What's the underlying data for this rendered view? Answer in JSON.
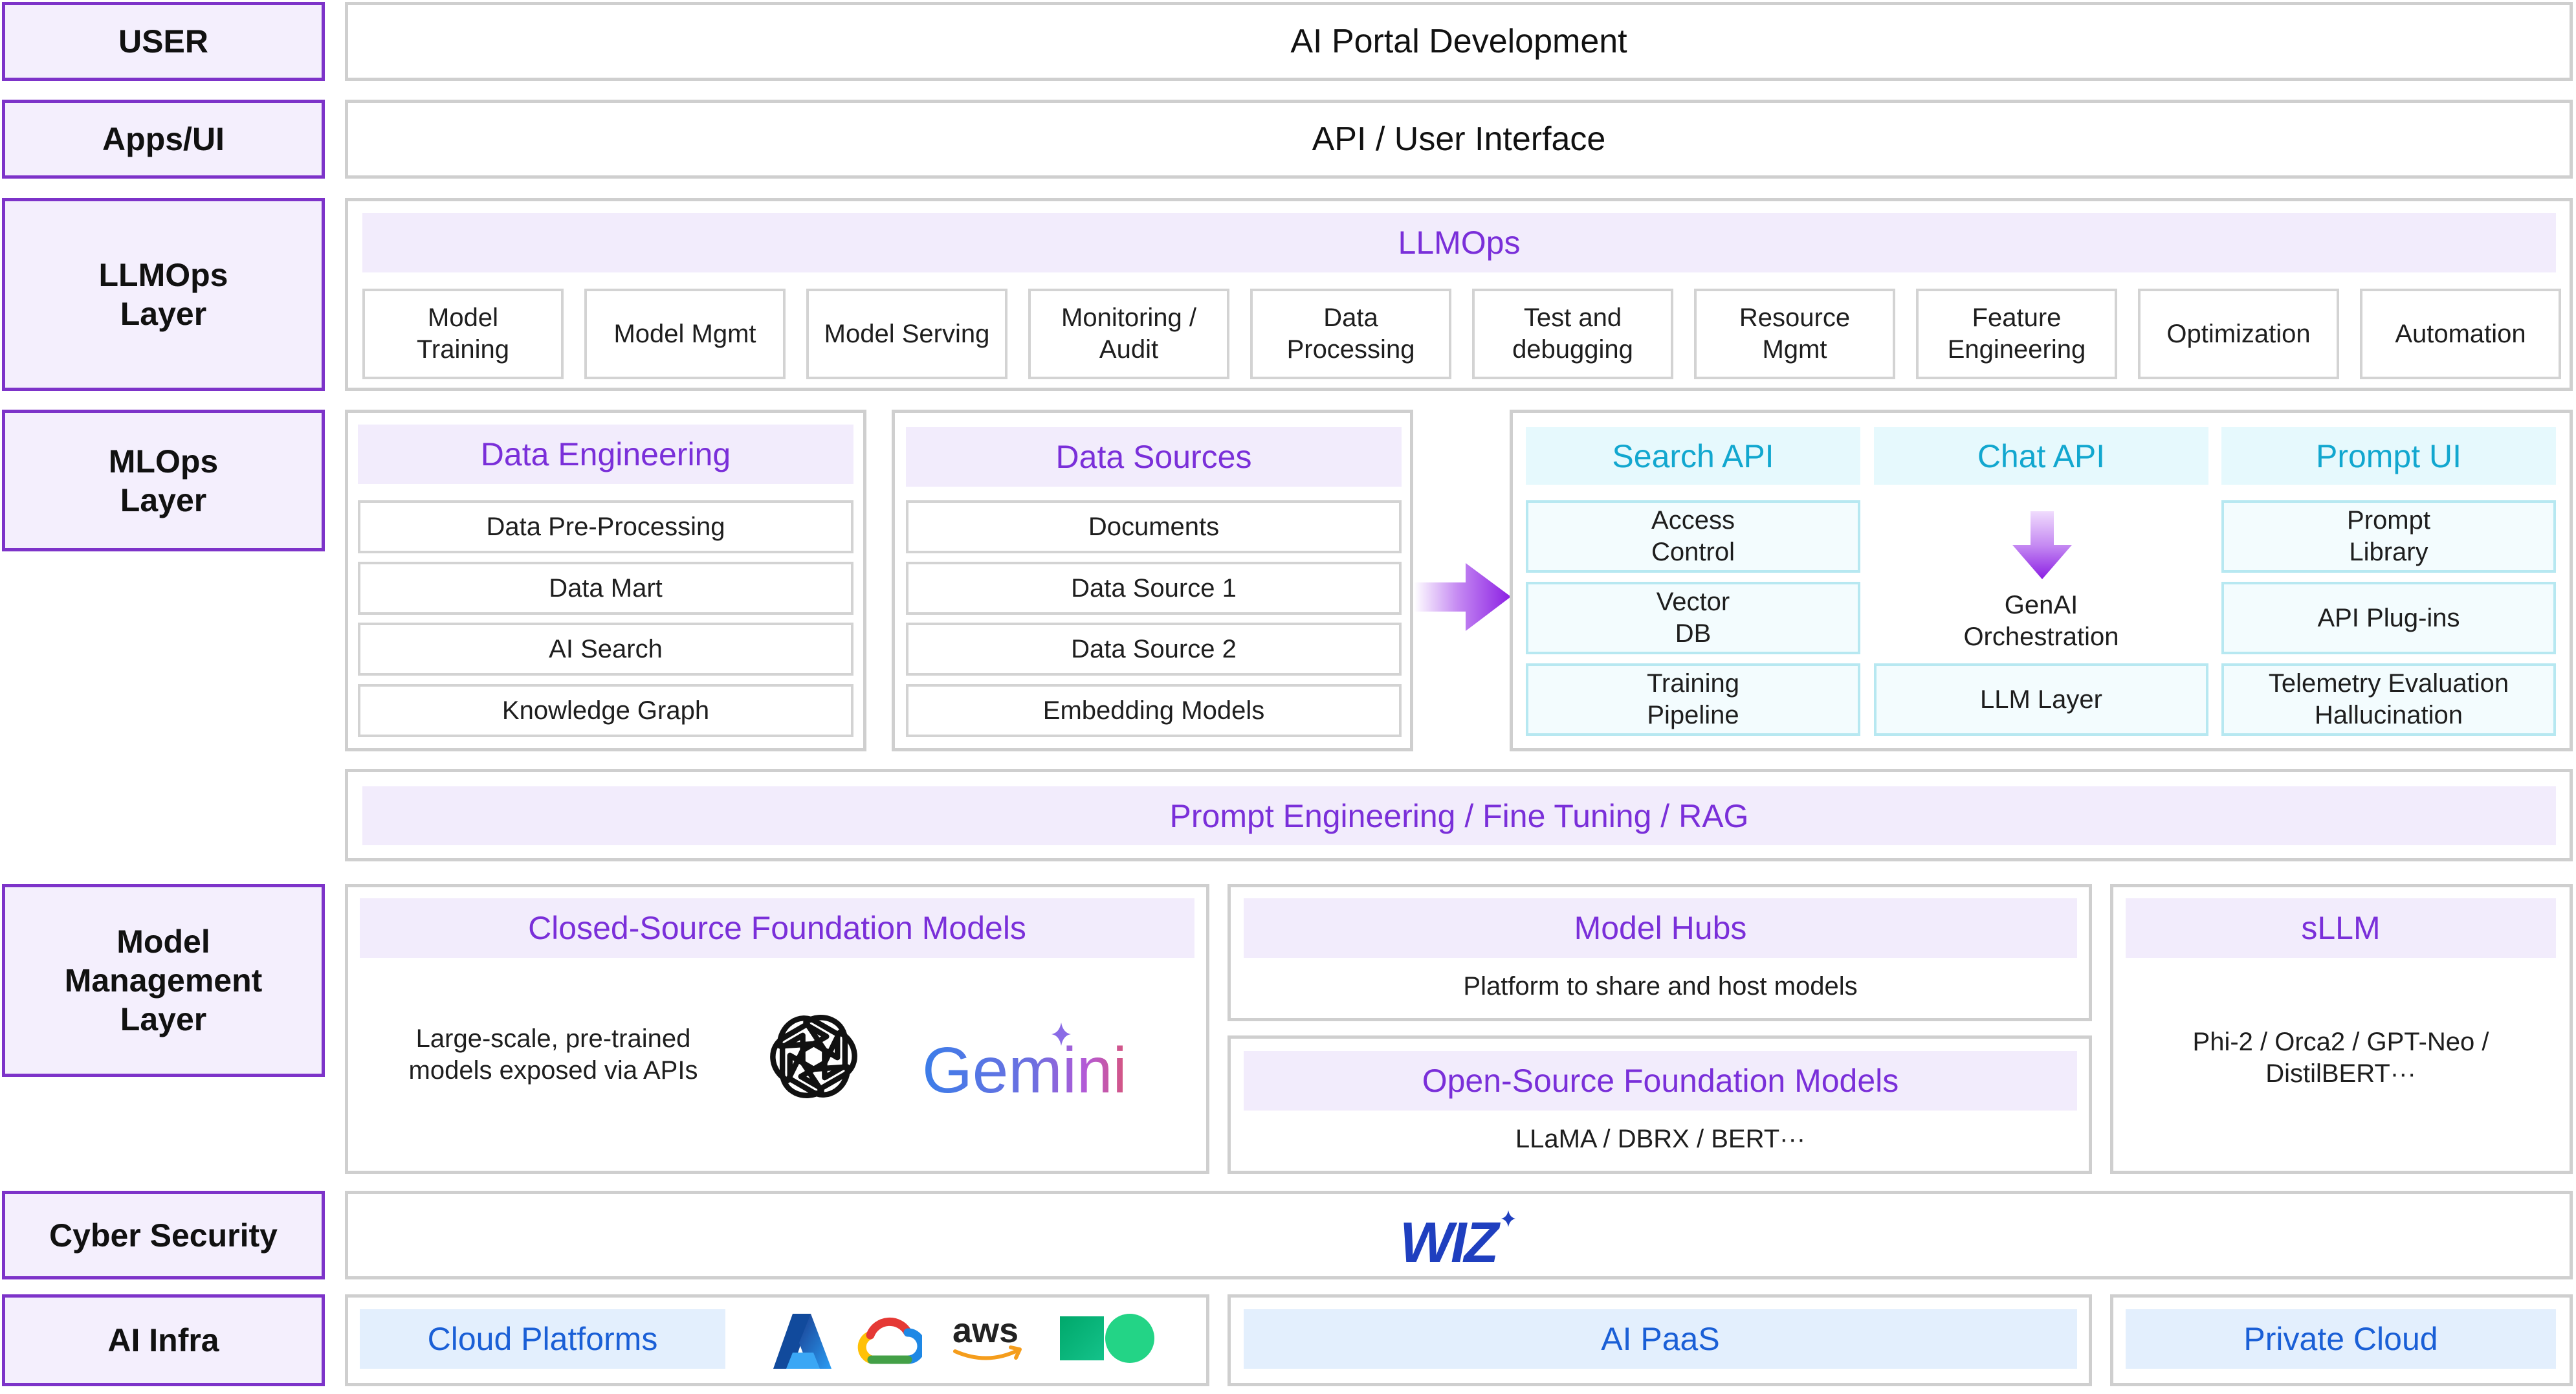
{
  "layers": {
    "user": "USER",
    "apps": "Apps/UI",
    "llmops": "LLMOps\nLayer",
    "mlops": "MLOps\nLayer",
    "model_mgmt": "Model\nManagement\nLayer",
    "cyber": "Cyber Security",
    "infra": "AI Infra"
  },
  "user_row": {
    "text": "AI Portal Development"
  },
  "apps_row": {
    "text": "API / User Interface"
  },
  "llmops": {
    "title": "LLMOps",
    "items": [
      "Model\nTraining",
      "Model Mgmt",
      "Model Serving",
      "Monitoring /\nAudit",
      "Data\nProcessing",
      "Test and\ndebugging",
      "Resource\nMgmt",
      "Feature\nEngineering",
      "Optimization",
      "Automation"
    ]
  },
  "data_engineering": {
    "title": "Data Engineering",
    "items": [
      "Data Pre-Processing",
      "Data Mart",
      "AI Search",
      "Knowledge Graph"
    ]
  },
  "data_sources": {
    "title": "Data Sources",
    "items": [
      "Documents",
      "Data Source 1",
      "Data Source 2",
      "Embedding Models"
    ]
  },
  "search_api": {
    "title": "Search API",
    "items": [
      "Access\nControl",
      "Vector\nDB",
      "Training\nPipeline"
    ]
  },
  "chat_api": {
    "title": "Chat API",
    "orchestration": "GenAI\nOrchestration",
    "llm_layer": "LLM Layer"
  },
  "prompt_ui": {
    "title": "Prompt UI",
    "items": [
      "Prompt\nLibrary",
      "API Plug-ins",
      "Telemetry Evaluation\nHallucination"
    ]
  },
  "prompt_band": "Prompt Engineering / Fine Tuning / RAG",
  "closed_models": {
    "title": "Closed-Source Foundation Models",
    "desc": "Large-scale, pre-trained\nmodels exposed via APIs",
    "logos": {
      "openai": "openai-logo",
      "gemini": "Gemini"
    }
  },
  "model_hubs": {
    "title": "Model Hubs",
    "desc": "Platform to share and host models"
  },
  "open_models": {
    "title": "Open-Source Foundation Models",
    "desc": "LLaMA / DBRX / BERT···"
  },
  "sllm": {
    "title": "sLLM",
    "desc": "Phi-2 / Orca2 / GPT-Neo /\nDistilBERT···"
  },
  "cyber": {
    "logo": "WIZ"
  },
  "infra": {
    "cloud_title": "Cloud Platforms",
    "cloud_logos": [
      "azure-logo",
      "google-cloud-logo",
      "aws",
      "other-cloud-logo"
    ],
    "aws_text": "aws",
    "paas_title": "AI PaaS",
    "private_title": "Private Cloud"
  },
  "colors": {
    "purple": "#7a2fd9",
    "label_border": "#7d33c9",
    "cyan": "#12a7cf",
    "blue": "#1a5fd6"
  }
}
